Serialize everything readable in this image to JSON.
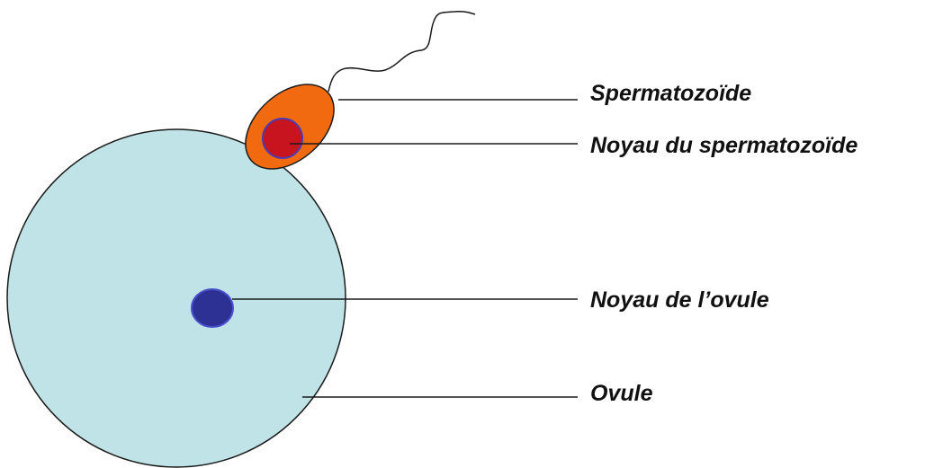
{
  "labels": {
    "spermatozoide": "Spermatozoïde",
    "noyau_spermatozoide": "Noyau du spermatozoïde",
    "noyau_ovule": "Noyau de l’ovule",
    "ovule": "Ovule"
  },
  "colors": {
    "ovule_fill": "#bfe3e6",
    "ovule_nucleus": "#2e3194",
    "sperm_head": "#f26a0f",
    "sperm_nucleus": "#c8141e",
    "sperm_nucleus_stroke": "#4b3bb4",
    "stroke": "#1a1a1a"
  }
}
